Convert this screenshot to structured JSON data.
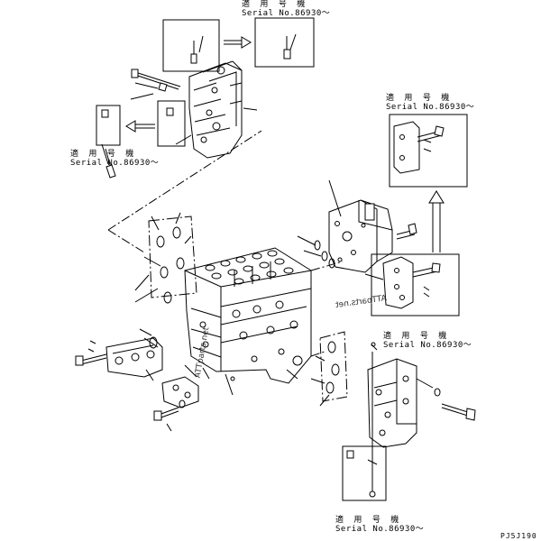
{
  "labels": [
    {
      "jp": "適 用 号 機",
      "serial": "Serial No.86930～"
    },
    {
      "jp": "適 用 号 機",
      "serial": "Serial No.86930～"
    },
    {
      "jp": "適 用 号 機",
      "serial": "Serial No.86930～"
    },
    {
      "jp": "適 用 号 機",
      "serial": "Serial No.86930～"
    },
    {
      "jp": "適 用 号 機",
      "serial": "Serial No.86930～"
    }
  ],
  "watermark": [
    "ATTparts.net",
    "ATTparts.net"
  ],
  "drawing_code": "PJ5J190"
}
